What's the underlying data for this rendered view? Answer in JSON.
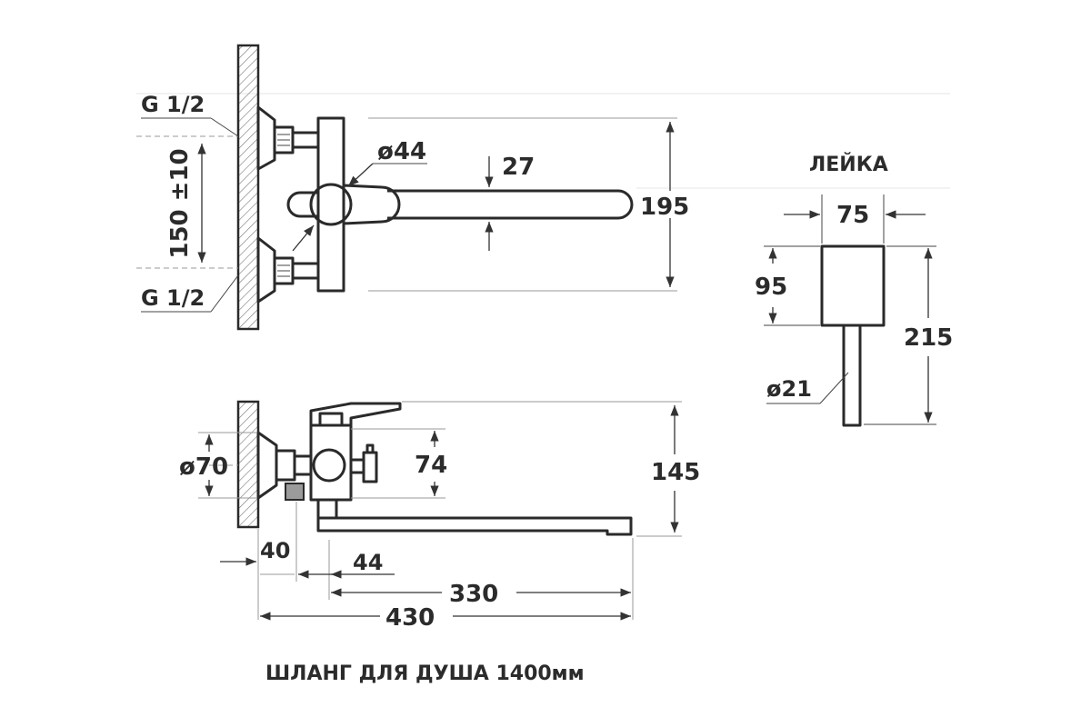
{
  "top_view": {
    "thread_top": "G 1/2",
    "thread_bottom": "G 1/2",
    "spacing": "150 ±10",
    "diameter_body": "ø44",
    "spout_thickness": "27",
    "height": "195"
  },
  "shower_head": {
    "title": "ЛЕЙКА",
    "width": "75",
    "head_height": "95",
    "total_height": "215",
    "handle_diameter": "ø21"
  },
  "side_view": {
    "flange_diameter": "ø70",
    "body_height": "74",
    "total_height": "145",
    "dim_40": "40",
    "dim_44": "44",
    "dim_330": "330",
    "dim_430": "430"
  },
  "footer": {
    "hose_note": "ШЛАНГ ДЛЯ ДУША 1400мм"
  }
}
